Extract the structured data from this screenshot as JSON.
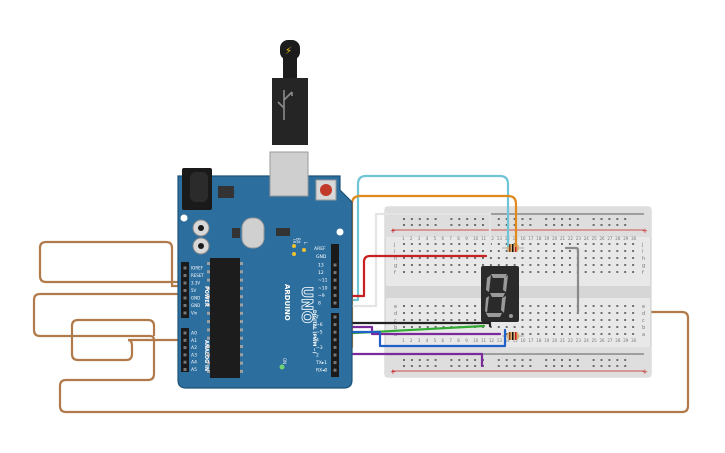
{
  "arduino": {
    "brand": "ARDUINO",
    "model": "UNO",
    "power_header": "POWER",
    "analog_header": "ANALOG IN",
    "digital_header": "DIGITAL (PWM ~)",
    "on_label": "ON",
    "tx_led_label": "TX",
    "rx_led_label": "RX",
    "l_led_label": "L",
    "aref_label": "AREF",
    "gnd_label": "GND",
    "power_pins": [
      "IOREF",
      "RESET",
      "3.3V",
      "5V",
      "GND",
      "GND",
      "Vin"
    ],
    "analog_pins": [
      "A0",
      "A1",
      "A2",
      "A3",
      "A4",
      "A5"
    ],
    "digital_pins_top": [
      "13",
      "12",
      "~11",
      "~10",
      "~9",
      "8"
    ],
    "digital_pins_bottom": [
      "7",
      "~6",
      "~5",
      "4",
      "~3",
      "2",
      "TX▸1",
      "RX◂0"
    ]
  },
  "usb": {
    "icon": "usb-icon",
    "bolt_icon": "lightning-bolt-icon"
  },
  "breadboard": {
    "row_letters_top": [
      "j",
      "i",
      "h",
      "g",
      "f"
    ],
    "row_letters_bottom": [
      "e",
      "d",
      "c",
      "b",
      "a"
    ],
    "column_count": 30,
    "rail_plus": "+",
    "rail_minus": "-"
  },
  "display": {
    "digit": "8",
    "color": "#9a9a9a"
  },
  "colors": {
    "board": "#2c6e9e",
    "board_edge": "#1e5379",
    "wire_brown": "#b07a4a",
    "wire_orange": "#e08a1e",
    "wire_cyan": "#6fc4d6",
    "wire_red": "#c82020",
    "wire_green": "#33aa33",
    "wire_purple": "#7a2a9a",
    "wire_blue": "#2060c8",
    "wire_grey": "#8a8a8a",
    "wire_black": "#222222"
  }
}
